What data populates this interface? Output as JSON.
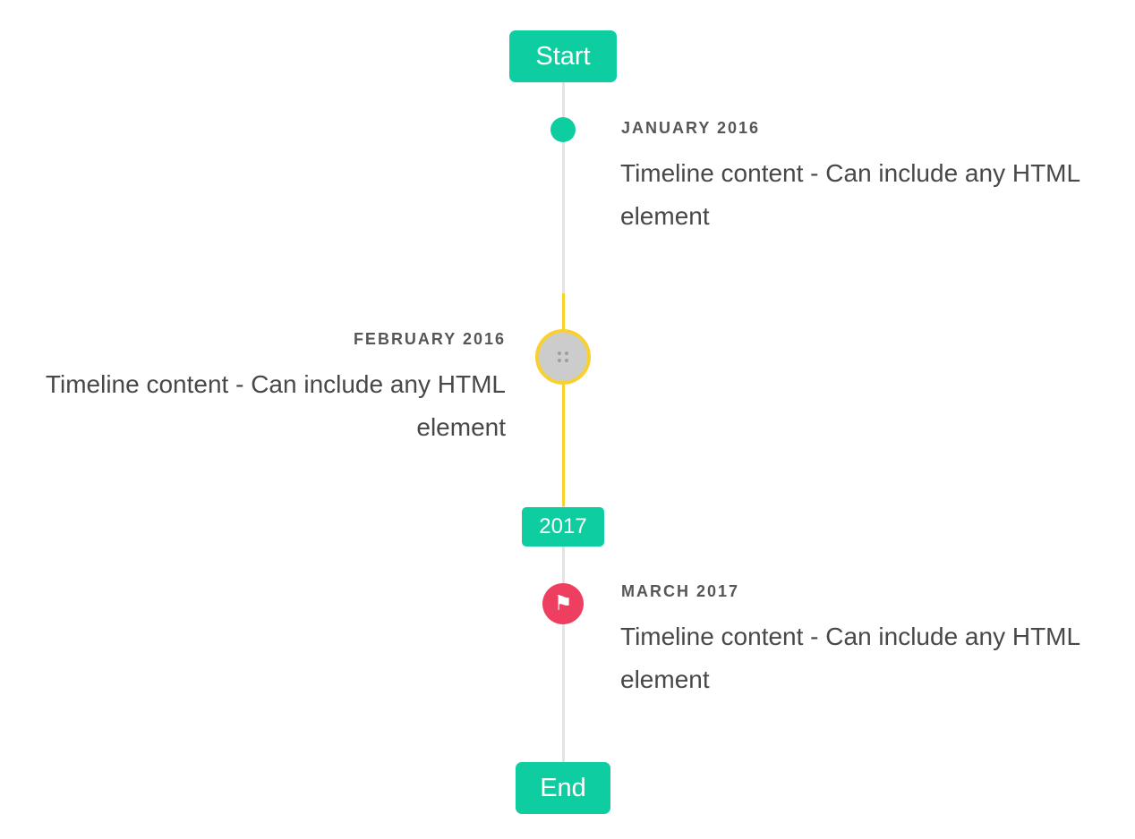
{
  "timeline": {
    "start_badge": "Start",
    "year_badge": "2017",
    "end_badge": "End",
    "icons": {
      "flag_glyph": "⚑"
    },
    "colors": {
      "accent": "#0ecda0",
      "line": "#e3e3e3",
      "highlight": "#f8d12f",
      "marker_fill": "#cccccc",
      "flag": "#ee3f60",
      "title_text": "#565656",
      "content_text": "#484848",
      "page_bg": "#ffffff"
    },
    "items": [
      {
        "title": "JANUARY 2016",
        "content": "Timeline content - Can include any HTML element",
        "side": "right",
        "marker": "dot"
      },
      {
        "title": "FEBRUARY 2016",
        "content": "Timeline content - Can include any HTML element",
        "side": "left",
        "marker": "button-image"
      },
      {
        "title": "MARCH 2017",
        "content": "Timeline content - Can include any HTML element",
        "side": "right",
        "marker": "flag"
      }
    ]
  }
}
